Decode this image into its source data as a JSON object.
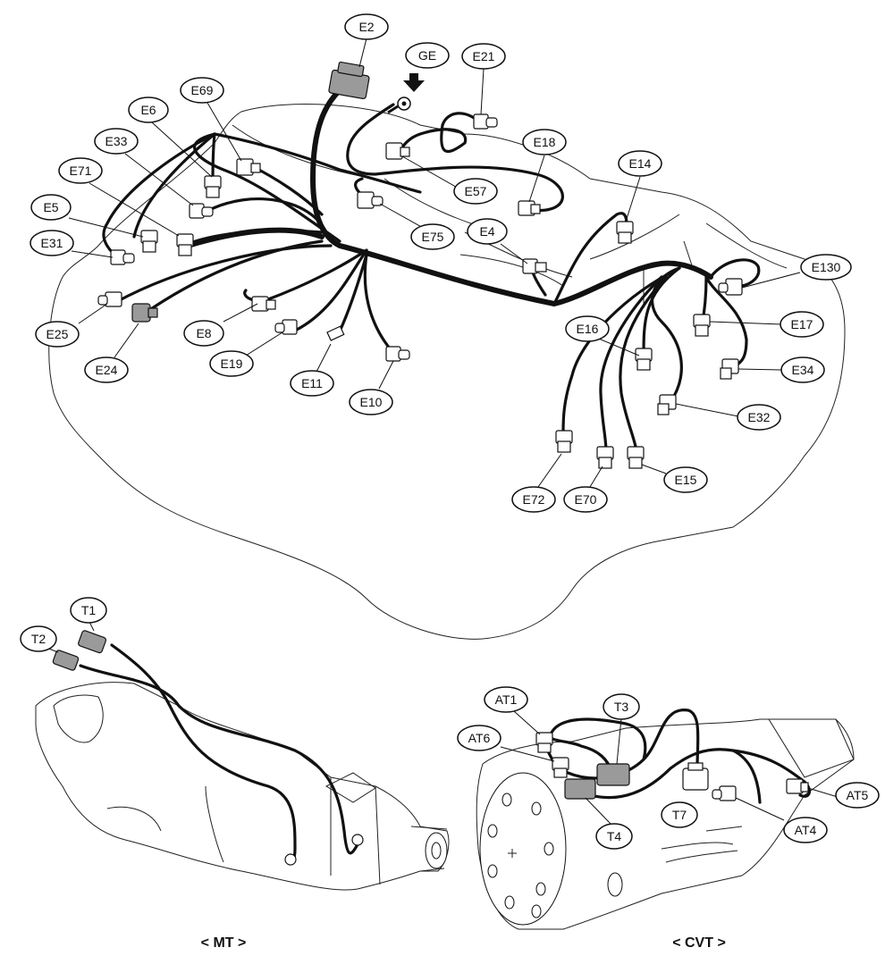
{
  "labels": {
    "E2": "E2",
    "GE": "GE",
    "E21": "E21",
    "E69": "E69",
    "E6": "E6",
    "E18": "E18",
    "E33": "E33",
    "E14": "E14",
    "E71": "E71",
    "E57": "E57",
    "E5": "E5",
    "E75": "E75",
    "E4": "E4",
    "E31": "E31",
    "E130": "E130",
    "E17": "E17",
    "E25": "E25",
    "E8": "E8",
    "E16": "E16",
    "E34": "E34",
    "E24": "E24",
    "E19": "E19",
    "E11": "E11",
    "E32": "E32",
    "E10": "E10",
    "E15": "E15",
    "E72": "E72",
    "E70": "E70",
    "T1": "T1",
    "T2": "T2",
    "AT1": "AT1",
    "T3": "T3",
    "AT6": "AT6",
    "T7": "T7",
    "T4": "T4",
    "AT5": "AT5",
    "AT4": "AT4"
  },
  "captions": {
    "mt": "< MT >",
    "cvt": "< CVT >"
  }
}
